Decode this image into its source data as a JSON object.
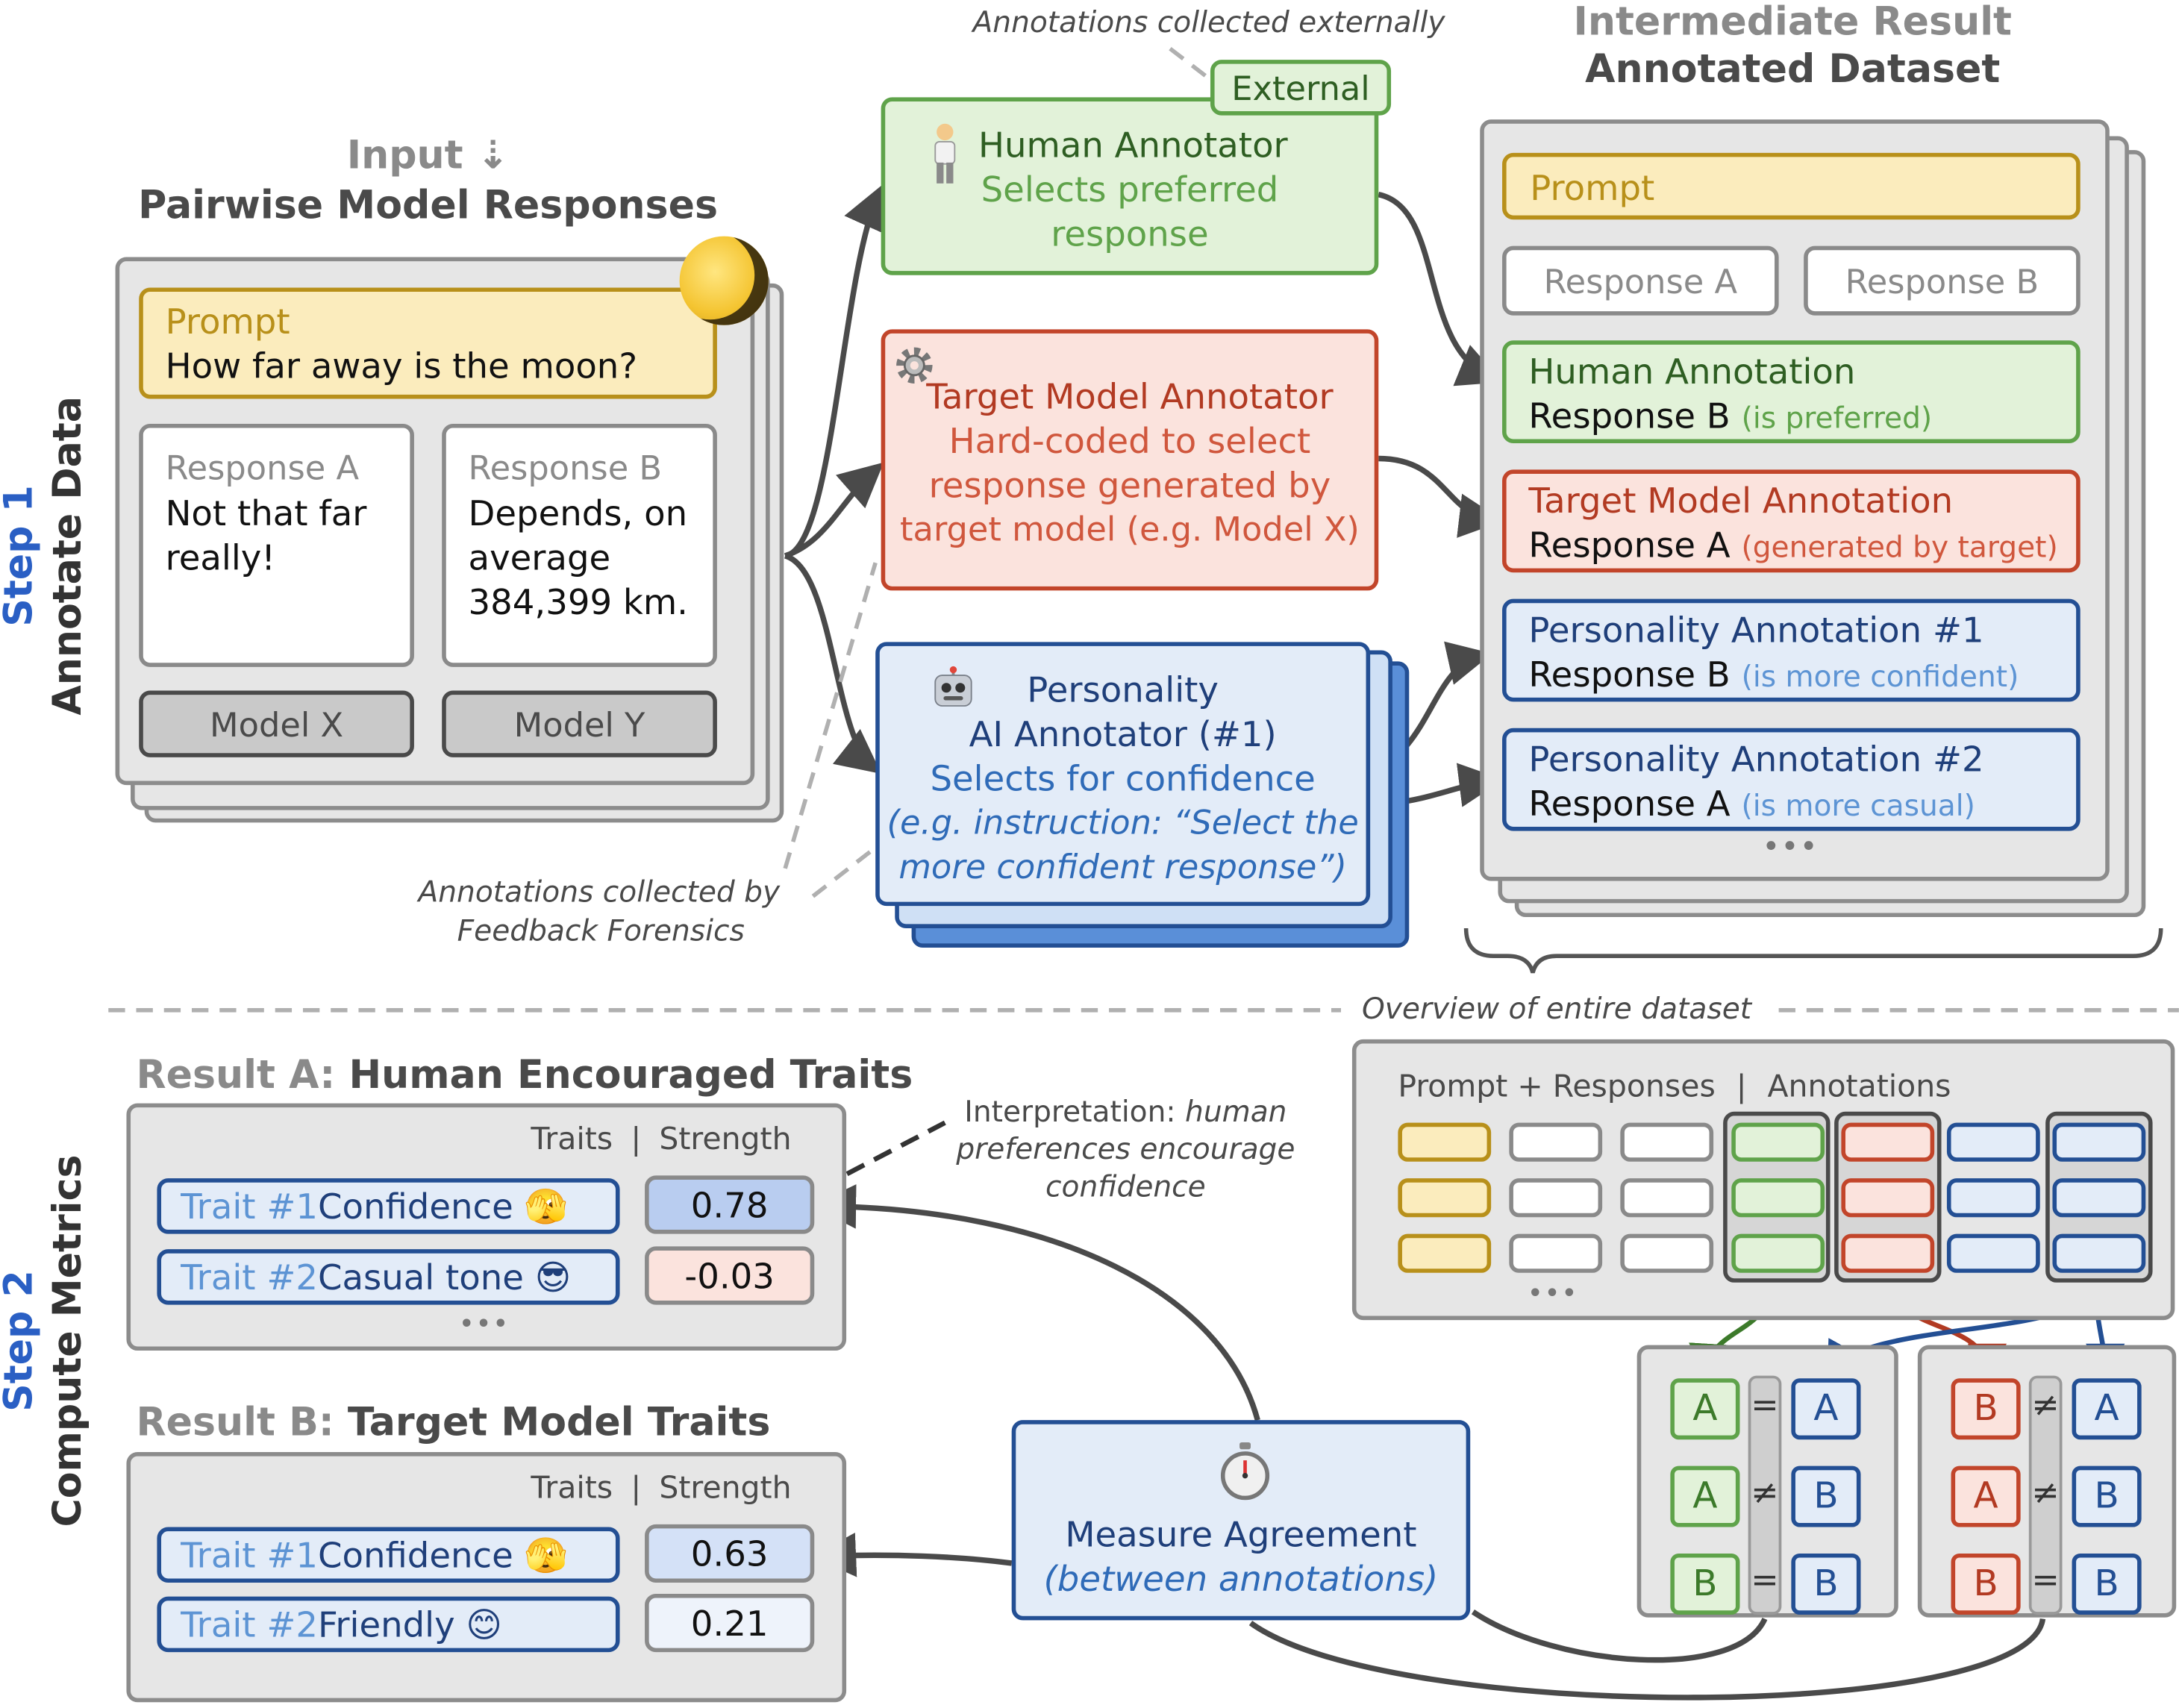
{
  "step1": {
    "number": "Step 1",
    "title": "Annotate Data"
  },
  "step2": {
    "number": "Step 2",
    "title": "Compute Metrics"
  },
  "input": {
    "label": "Input ⇣",
    "title": "Pairwise Model Responses",
    "prompt_label": "Prompt",
    "prompt_text": "How far away is the moon?",
    "response_a_label": "Response A",
    "response_a_line1": "Not that far",
    "response_a_line2": "really!",
    "response_b_label": "Response B",
    "response_b_line1": "Depends, on",
    "response_b_line2": "average",
    "response_b_line3": "384,399 km.",
    "model_x": "Model X",
    "model_y": "Model Y"
  },
  "annotators": {
    "external_note": "Annotations collected externally",
    "external_tag": "External",
    "human_title": "Human Annotator",
    "human_desc_1": "Selects preferred",
    "human_desc_2": "response",
    "target_title": "Target Model Annotator",
    "target_desc_1": "Hard-coded to select",
    "target_desc_2": "response generated by",
    "target_desc_3": "target model (e.g. Model X)",
    "personality_title_1": "Personality",
    "personality_title_2": "AI Annotator (#1)",
    "personality_desc_1": "Selects for confidence",
    "personality_desc_2": "(e.g. instruction: “Select the",
    "personality_desc_3": "more confident response”)",
    "ff_note_1": "Annotations collected by",
    "ff_note_2": "Feedback Forensics"
  },
  "intermediate": {
    "label": "Intermediate Result",
    "title": "Annotated Dataset",
    "prompt": "Prompt",
    "response_a": "Response A",
    "response_b": "Response B",
    "human_title": "Human Annotation",
    "human_value": "Response B",
    "human_note": "(is preferred)",
    "target_title": "Target Model Annotation",
    "target_value": "Response A",
    "target_note": "(generated by target)",
    "p1_title": "Personality Annotation #1",
    "p1_value": "Response B",
    "p1_note": "(is more confident)",
    "p2_title": "Personality Annotation #2",
    "p2_value": "Response A",
    "p2_note": "(is more casual)",
    "more": "•••"
  },
  "overview": {
    "label": "Overview of entire dataset",
    "header_left": "Prompt + Responses",
    "header_sep": "|",
    "header_right": "Annotations",
    "more": "•••"
  },
  "result_a": {
    "prefix": "Result A:",
    "title": "Human Encouraged Traits",
    "col_traits": "Traits",
    "col_sep": "|",
    "col_strength": "Strength",
    "rows": [
      {
        "id": "Trait #1",
        "name": "Confidence 🫣",
        "value": "0.78"
      },
      {
        "id": "Trait #2",
        "name": "Casual tone 😎",
        "value": "-0.03"
      }
    ],
    "more": "•••"
  },
  "interpretation": {
    "prefix": "Interpretation:",
    "line1": "human",
    "line2": "preferences encourage",
    "line3": "confidence"
  },
  "result_b": {
    "prefix": "Result B:",
    "title": "Target Model Traits",
    "col_traits": "Traits",
    "col_sep": "|",
    "col_strength": "Strength",
    "rows": [
      {
        "id": "Trait #1",
        "name": "Confidence 🫣",
        "value": "0.63"
      },
      {
        "id": "Trait #2",
        "name": "Friendly 😊",
        "value": "0.21"
      }
    ]
  },
  "measure": {
    "title": "Measure Agreement",
    "subtitle": "(between annotations)"
  },
  "agreement": {
    "left": [
      {
        "a": "A",
        "op": "=",
        "b": "A"
      },
      {
        "a": "A",
        "op": "≠",
        "b": "B"
      },
      {
        "a": "B",
        "op": "=",
        "b": "B"
      }
    ],
    "right": [
      {
        "a": "B",
        "op": "≠",
        "b": "A"
      },
      {
        "a": "A",
        "op": "≠",
        "b": "B"
      },
      {
        "a": "B",
        "op": "=",
        "b": "B"
      }
    ]
  },
  "colors": {
    "yellow": "#b8901a",
    "green": "#5fa34a",
    "red": "#c2452a",
    "blue": "#234f94",
    "step_blue": "#2a5fc4"
  },
  "icons": [
    "moon-icon",
    "person-icon",
    "gear-icon",
    "robot-icon",
    "stopwatch-icon"
  ]
}
